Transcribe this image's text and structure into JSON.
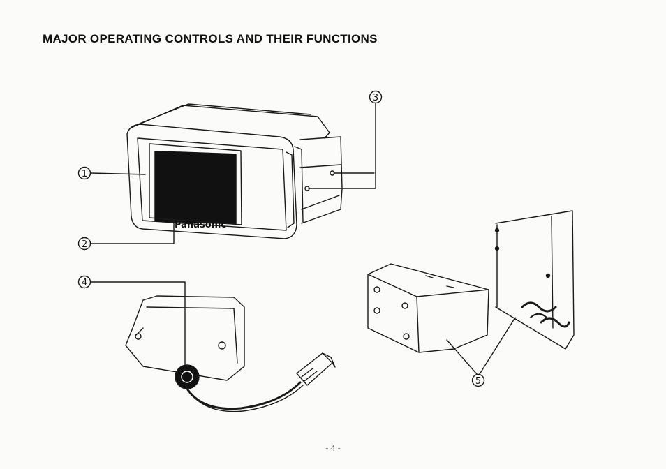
{
  "page": {
    "title": "MAJOR OPERATING CONTROLS AND THEIR FUNCTIONS",
    "page_number": "- 4 -"
  },
  "diagram": {
    "brand_label": "Panasonic",
    "callouts": [
      "1",
      "2",
      "3",
      "4",
      "5"
    ]
  }
}
